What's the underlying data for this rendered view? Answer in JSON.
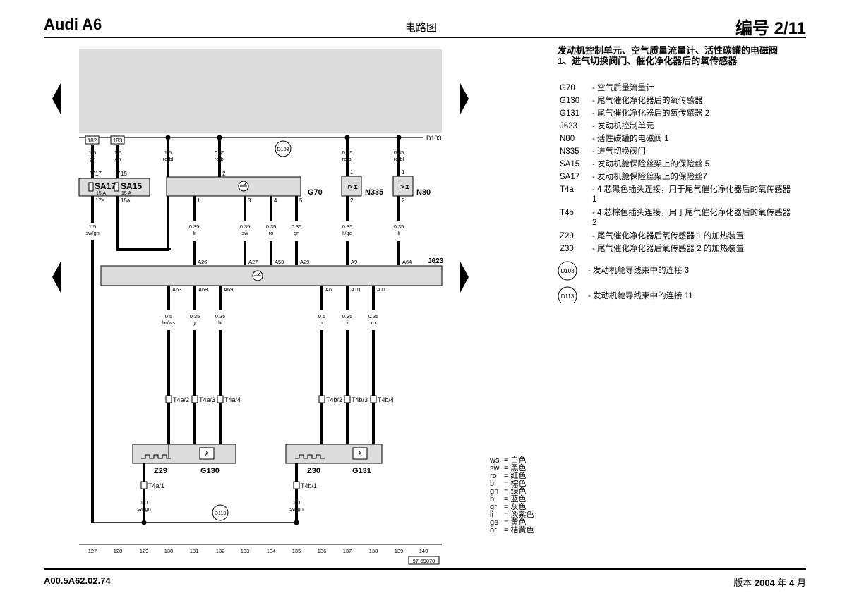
{
  "header": {
    "brand": "Audi A6",
    "doc_type": "电路图",
    "number": "编号 2/11"
  },
  "footer": {
    "code": "A00.5A62.02.74",
    "version_prefix": "版本",
    "version_year": "2004",
    "version_mid": "年",
    "version_month": "4",
    "version_suffix": "月"
  },
  "sheet_title": {
    "line1": "发动机控制单元、空气质量流量计、活性碳罐的电磁阀",
    "line2": "1、进气切换阀门、催化净化器后的氧传感器"
  },
  "legend": [
    {
      "code": "G70",
      "desc": "- 空气质量流量计"
    },
    {
      "code": "G130",
      "desc": "- 尾气催化净化器后的氧传感器"
    },
    {
      "code": "G131",
      "desc": "- 尾气催化净化器后的氧传感器 2"
    },
    {
      "code": "J623",
      "desc": "- 发动机控制单元"
    },
    {
      "code": "N80",
      "desc": "- 活性碳罐的电磁阀 1"
    },
    {
      "code": "N335",
      "desc": "- 进气切换阀门"
    },
    {
      "code": "SA15",
      "desc": "- 发动机舱保险丝架上的保险丝 5"
    },
    {
      "code": "SA17",
      "desc": "- 发动机舱保险丝架上的保险丝7"
    },
    {
      "code": "T4a",
      "desc": "- 4 芯黑色插头连接，用于尾气催化净化器后的氧传感器 1"
    },
    {
      "code": "T4b",
      "desc": "- 4 芯棕色插头连接，用于尾气催化净化器后的氧传感器 2"
    },
    {
      "code": "Z29",
      "desc": "- 尾气催化净化器后氧传感器 1 的加热装置"
    },
    {
      "code": "Z30",
      "desc": "- 尾气催化净化器后氧传感器 2 的加热装置"
    }
  ],
  "connections": [
    {
      "code": "D103",
      "desc": "- 发动机舱导线束中的连接 3"
    },
    {
      "code": "D113",
      "desc": "- 发动机舱导线束中的连接 11"
    }
  ],
  "colors": [
    {
      "abbr": "ws",
      "name": "白色"
    },
    {
      "abbr": "sw",
      "name": "黑色"
    },
    {
      "abbr": "ro",
      "name": "红色"
    },
    {
      "abbr": "br",
      "name": "棕色"
    },
    {
      "abbr": "gn",
      "name": "绿色"
    },
    {
      "abbr": "bl",
      "name": "蓝色"
    },
    {
      "abbr": "gr",
      "name": "灰色"
    },
    {
      "abbr": "li",
      "name": "淡紫色"
    },
    {
      "abbr": "ge",
      "name": "黄色"
    },
    {
      "abbr": "or",
      "name": "桔黄色"
    }
  ],
  "diagram": {
    "bus_label": "D103",
    "conn_top": "D103",
    "conn_bottom": "D113",
    "refs": [
      "182",
      "183"
    ],
    "fuses": [
      {
        "name": "SA17",
        "rating": "15 A",
        "pin_in": "17",
        "pin_out": "17a"
      },
      {
        "name": "SA15",
        "rating": "15 A",
        "pin_in": "15",
        "pin_out": "15a"
      }
    ],
    "top_wires": [
      {
        "size": "1.5",
        "color": "gn"
      },
      {
        "size": "1.5",
        "color": "gn"
      },
      {
        "size": "1.5",
        "color": "ro/bl"
      },
      {
        "size": "0.35",
        "color": "ro/bl"
      },
      {
        "size": "0.35",
        "color": "ro/bl"
      },
      {
        "size": "0.35",
        "color": "ro/bl"
      }
    ],
    "fuse_out_wire": {
      "size": "1.5",
      "color": "sw/gn"
    },
    "g70": {
      "label": "G70",
      "pin_in": "2",
      "pins": [
        "1",
        "3",
        "4",
        "5"
      ]
    },
    "n335": {
      "label": "N335",
      "pin_in": "1",
      "pin_out": "2"
    },
    "n80": {
      "label": "N80",
      "pin_in": "1",
      "pin_out": "2"
    },
    "mid_wires": [
      {
        "size": "0.35",
        "color": "li",
        "pin": "A26"
      },
      {
        "size": "0.35",
        "color": "sw",
        "pin": "A27"
      },
      {
        "size": "0.35",
        "color": "ro",
        "pin": "A53"
      },
      {
        "size": "0.35",
        "color": "gn",
        "pin": "A29"
      },
      {
        "size": "0.35",
        "color": "li/ge",
        "pin": "A9"
      },
      {
        "size": "0.35",
        "color": "li",
        "pin": "A64"
      }
    ],
    "ecu_label": "J623",
    "low_wires": [
      {
        "size": "0.5",
        "color": "br/ws",
        "pin": "A63",
        "conn": "T4a/2"
      },
      {
        "size": "0.35",
        "color": "gr",
        "pin": "A68",
        "conn": "T4a/3"
      },
      {
        "size": "0.35",
        "color": "bl",
        "pin": "A69",
        "conn": "T4a/4"
      },
      {
        "size": "0.5",
        "color": "br",
        "pin": "A6",
        "conn": "T4b/2"
      },
      {
        "size": "0.35",
        "color": "li",
        "pin": "A10",
        "conn": "T4b/3"
      },
      {
        "size": "0.35",
        "color": "ro",
        "pin": "A11",
        "conn": "T4b/4"
      }
    ],
    "sensors": [
      {
        "heater": "Z29",
        "sensor": "G130",
        "conn": "T4a/1",
        "wire_size": "1.0",
        "wire_color": "sw/gn"
      },
      {
        "heater": "Z30",
        "sensor": "G131",
        "conn": "T4b/1",
        "wire_size": "1.0",
        "wire_color": "sw/gn"
      }
    ],
    "ruler": [
      "127",
      "128",
      "129",
      "130",
      "131",
      "132",
      "133",
      "134",
      "135",
      "136",
      "137",
      "138",
      "139",
      "140"
    ],
    "drawing_number": "97-59070"
  }
}
